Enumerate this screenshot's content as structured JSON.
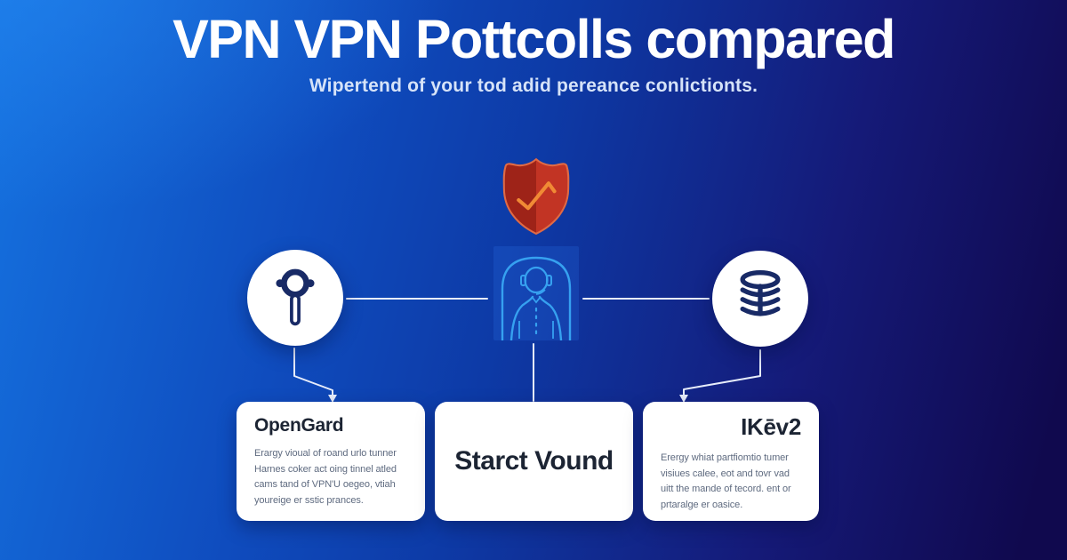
{
  "page": {
    "title": "VPN VPN Pottcolls compared",
    "subtitle": "Wipertend of your tod adid pereance conlictionts."
  },
  "colors": {
    "bg_left": "#1572e0",
    "bg_right": "#10094e",
    "accent_blue": "#36a1f0",
    "icon_navy": "#182a66",
    "shield_red_left": "#9e2318",
    "shield_red_right": "#c23424",
    "shield_border": "#e06a45",
    "shield_zigzag": "#f08a35",
    "card_bg": "#ffffff",
    "card_title": "#1c2433",
    "card_body": "#5f6b80",
    "connector": "#e7edfb"
  },
  "icons": {
    "shield": "shield-check-icon",
    "left_node": "magnifier-icon",
    "center_node": "person-headset-icon",
    "right_node": "database-icon"
  },
  "cards": [
    {
      "title": "OpenGard",
      "body": "Erargy vioual of roand urlo tunner\nHarnes coker act oing tinnel atled\ncams tand of VPN'U oegeo, vtiah\nyoureige er sstic prances."
    },
    {
      "title": "Starct Vound",
      "body": ""
    },
    {
      "title": "IKēv2",
      "body": "Erergy whiat partfiomtio tumer\nvisiues calee, eot and tovr vad\nuitt the mande of tecord. ent or\nprtaralge er oasice."
    }
  ]
}
